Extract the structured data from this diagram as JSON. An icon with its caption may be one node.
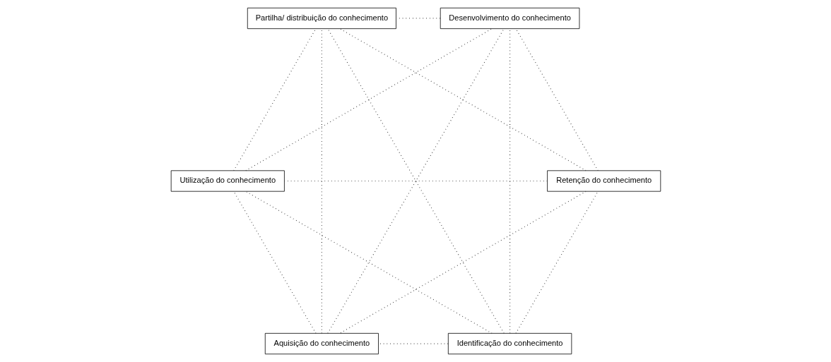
{
  "diagram": {
    "nodes": [
      {
        "text": [
          "Identificação do conhecimento"
        ]
      },
      {
        "text": [
          "Retenção do conhecimento"
        ]
      },
      {
        "text": [
          "Aquisição do conhecimento"
        ]
      },
      {
        "text": [
          "Utilização do conhecimento"
        ]
      },
      {
        "text": [
          "Desenvolvimento do conhecimento"
        ]
      },
      {
        "text": [
          "Partilha/ distribuição do conhecimento"
        ]
      }
    ],
    "edges": [
      {
        "from": 0,
        "to": 1,
        "arrow": "none",
        "style": "dashed"
      },
      {
        "from": 0,
        "to": 2,
        "arrow": "none",
        "style": "dashed"
      },
      {
        "from": 0,
        "to": 3,
        "arrow": "none",
        "style": "dashed"
      },
      {
        "from": 0,
        "to": 4,
        "arrow": "none",
        "style": "dashed"
      },
      {
        "from": 0,
        "to": 5,
        "arrow": "none",
        "style": "dashed"
      },
      {
        "from": 1,
        "to": 2,
        "arrow": "none",
        "style": "dashed"
      },
      {
        "from": 1,
        "to": 3,
        "arrow": "none",
        "style": "dashed"
      },
      {
        "from": 1,
        "to": 4,
        "arrow": "none",
        "style": "dashed"
      },
      {
        "from": 1,
        "to": 5,
        "arrow": "none",
        "style": "dashed"
      },
      {
        "from": 2,
        "to": 3,
        "arrow": "none",
        "style": "dashed"
      },
      {
        "from": 2,
        "to": 4,
        "arrow": "none",
        "style": "dashed"
      },
      {
        "from": 2,
        "to": 5,
        "arrow": "none",
        "style": "dashed"
      },
      {
        "from": 3,
        "to": 4,
        "arrow": "none",
        "style": "dashed"
      },
      {
        "from": 3,
        "to": 5,
        "arrow": "none",
        "style": "dashed"
      },
      {
        "from": 4,
        "to": 5,
        "arrow": "none",
        "style": "dashed"
      }
    ]
  }
}
